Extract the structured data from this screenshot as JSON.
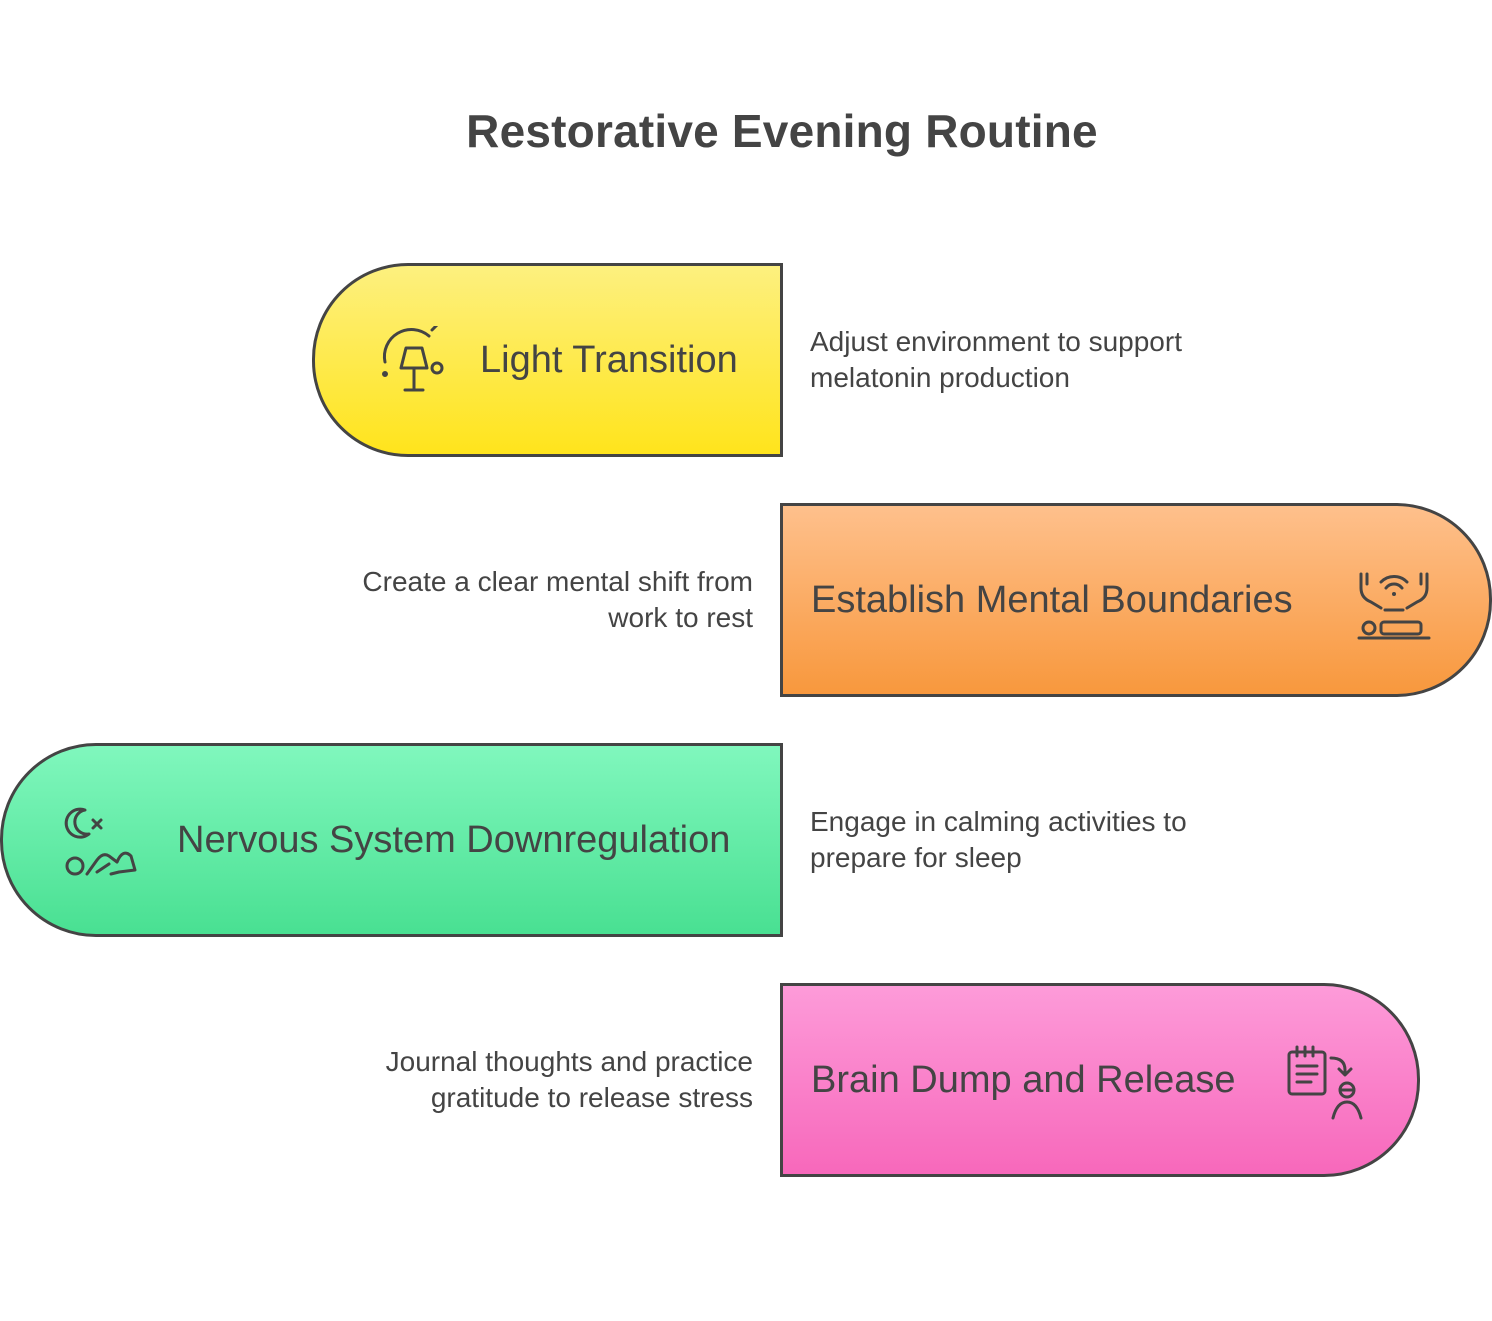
{
  "title": "Restorative Evening Routine",
  "steps": [
    {
      "label": "Light Transition",
      "description": [
        "Adjust environment to support",
        "melatonin production"
      ],
      "icon": "lamp-icon",
      "color_top": "#fdf07f",
      "color_bottom": "#ffe41c"
    },
    {
      "label": "Establish Mental Boundaries",
      "description": [
        "Create a clear mental shift from",
        "work to rest"
      ],
      "icon": "meditation-signal-icon",
      "color_top": "#fec08c",
      "color_bottom": "#f8983d"
    },
    {
      "label": "Nervous System Downregulation",
      "description": [
        "Engage in calming activities to",
        "prepare for sleep"
      ],
      "icon": "moon-resting-person-icon",
      "color_top": "#80f7bd",
      "color_bottom": "#49e092"
    },
    {
      "label": "Brain Dump and Release",
      "description": [
        "Journal thoughts and practice",
        "gratitude to release stress"
      ],
      "icon": "journal-release-icon",
      "color_top": "#fd9bd9",
      "color_bottom": "#f768bb"
    }
  ]
}
